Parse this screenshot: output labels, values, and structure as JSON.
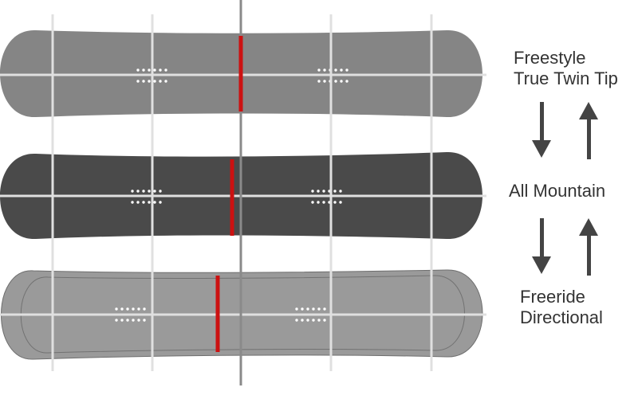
{
  "labels": {
    "freestyle": [
      "Freestyle",
      "True Twin Tip"
    ],
    "all_mountain": "All Mountain",
    "freeride": [
      "Freeride",
      "Directional"
    ]
  },
  "colors": {
    "freestyle_board": "#858585",
    "all_mountain_board": "#4a4a4a",
    "freeride_board": "#9a9a9a",
    "stance_marker": "#cc1111",
    "grid_line": "#e0e0e0",
    "center_axis": "#8a8a8a",
    "arrow": "#444444",
    "text": "#333333"
  },
  "icons": {
    "down_arrow": "down-arrow-icon",
    "up_arrow": "up-arrow-icon"
  }
}
